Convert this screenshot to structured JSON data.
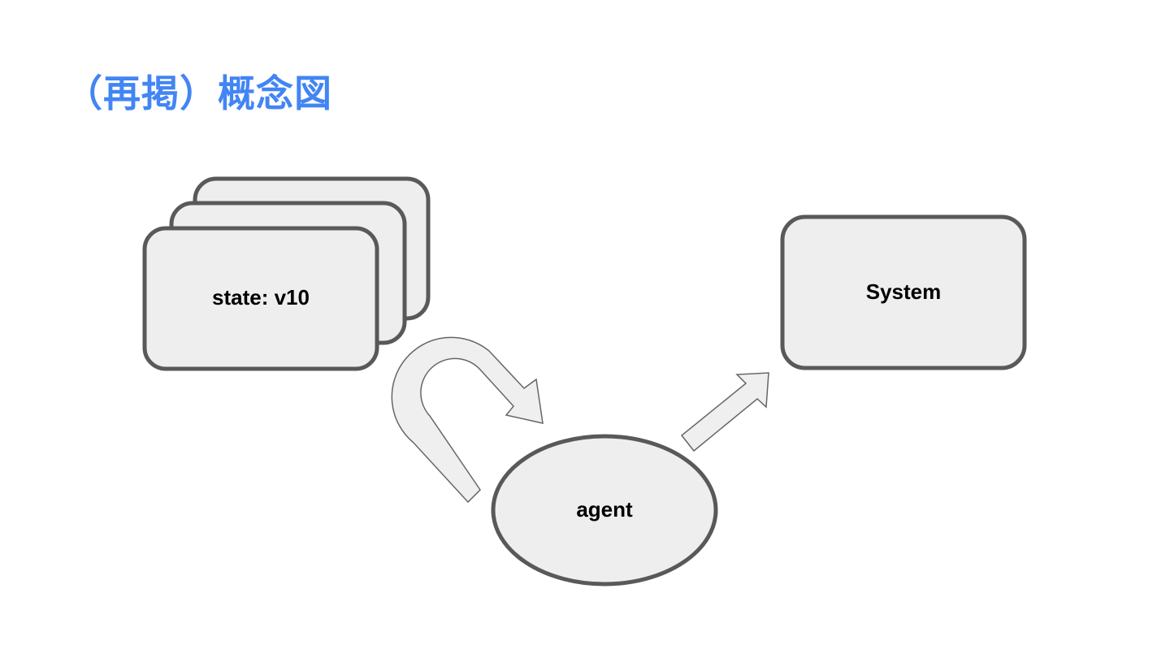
{
  "slide": {
    "title": "（再掲）概念図",
    "title_color": "#4285F4"
  },
  "diagram": {
    "nodes": {
      "state": {
        "label": "state: v10",
        "shape": "stacked-rounded-rectangle",
        "stack_count": 3
      },
      "system": {
        "label": "System",
        "shape": "rounded-rectangle"
      },
      "agent": {
        "label": "agent",
        "shape": "ellipse"
      }
    },
    "edges": [
      {
        "from": "state",
        "to": "agent",
        "style": "u-turn-arrow"
      },
      {
        "from": "agent",
        "to": "system",
        "style": "block-arrow"
      }
    ],
    "colors": {
      "node_fill": "#EEEEEE",
      "node_stroke": "#595959",
      "arrow_fill": "#EFEFEF",
      "arrow_stroke": "#666666"
    }
  }
}
